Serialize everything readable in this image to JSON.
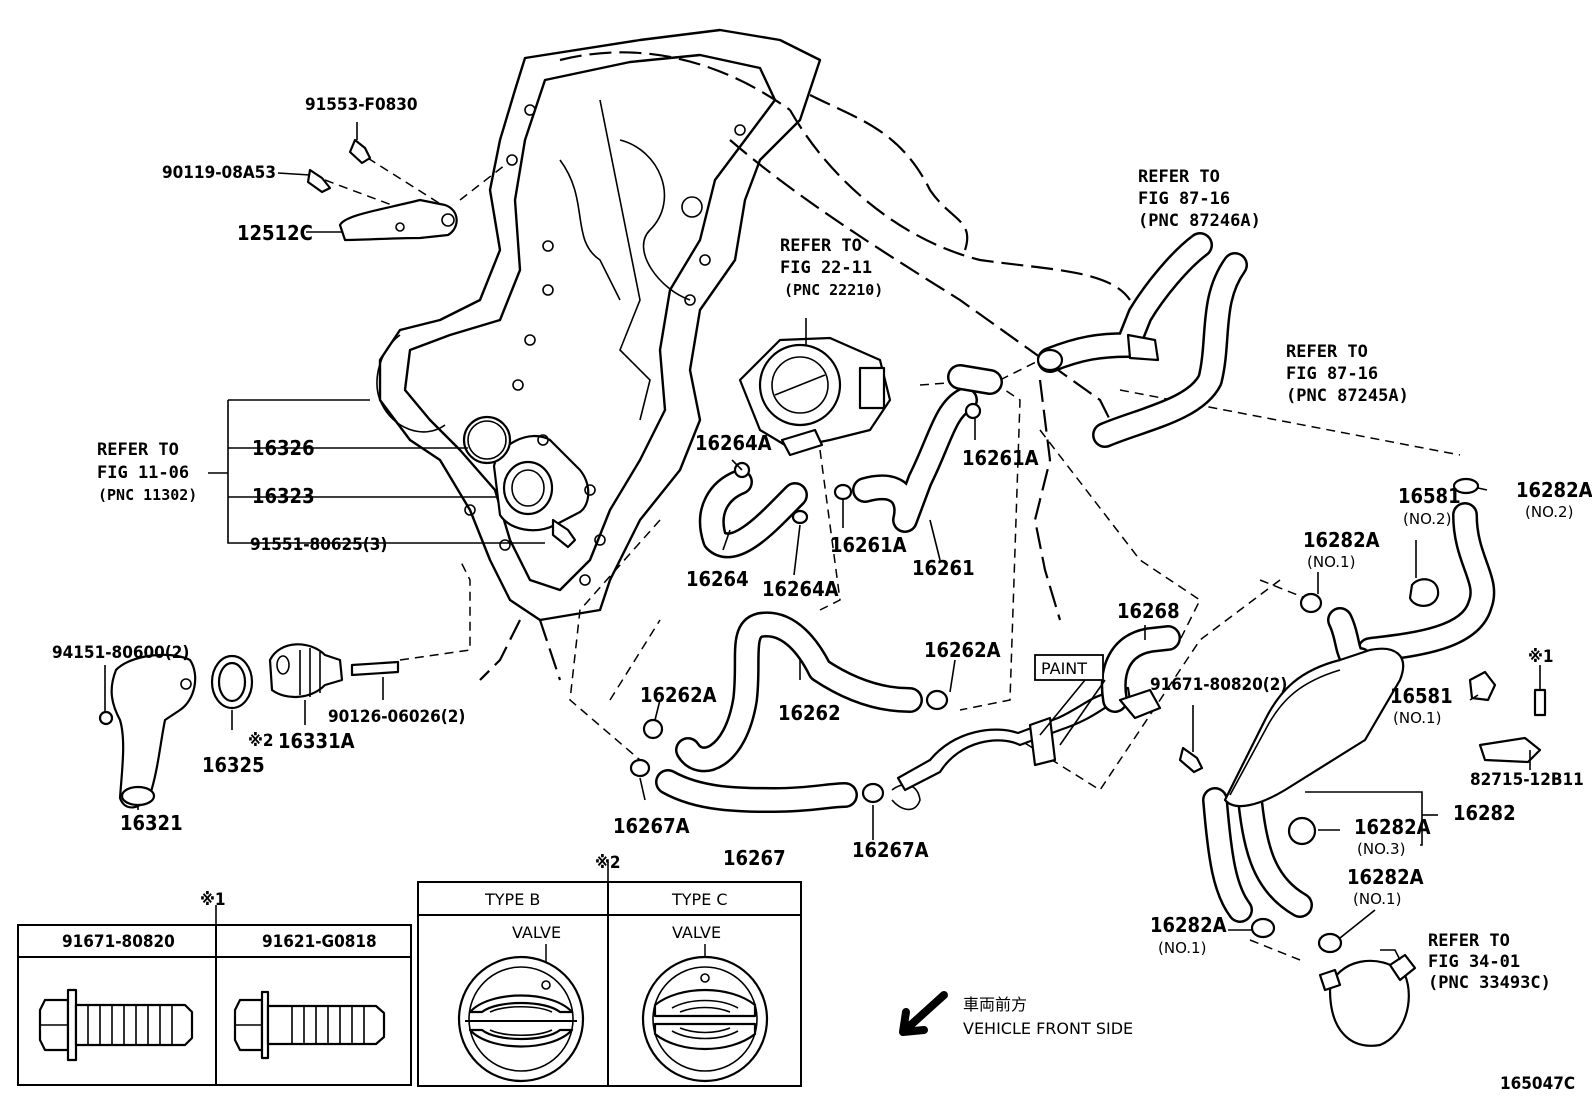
{
  "labels": {
    "p91553": "91553-F0830",
    "p90119": "90119-08A53",
    "p12512c": "12512C",
    "ref_fig22": [
      "REFER TO",
      "FIG 22-11",
      "(PNC 22210)"
    ],
    "ref_fig87_a": [
      "REFER TO",
      "FIG 87-16",
      "(PNC 87246A)"
    ],
    "ref_fig87_b": [
      "REFER TO",
      "FIG 87-16",
      "(PNC 87245A)"
    ],
    "ref_fig11": [
      "REFER TO",
      "FIG 11-06",
      "(PNC 11302)"
    ],
    "ref_fig34": [
      "REFER TO",
      "FIG 34-01",
      "(PNC 33493C)"
    ],
    "p16326": "16326",
    "p16323": "16323",
    "p91551": "91551-80625(3)",
    "p16264a_top": "16264A",
    "p16264": "16264",
    "p16264a_bot": "16264A",
    "p16261a_top": "16261A",
    "p16261a_mid": "16261A",
    "p16261": "16261",
    "p16282a_no2": "16282A",
    "sub_no2_a": "(NO.2)",
    "p16581_no2": "16581",
    "sub_no2_b": "(NO.2)",
    "p16282a_no1_top": "16282A",
    "sub_no1_top": "(NO.1)",
    "p94151": "94151-80600(2)",
    "p16325": "16325",
    "mark2_a": "※2",
    "p16331a": "16331A",
    "p90126": "90126-06026(2)",
    "p16321": "16321",
    "p16262a_left": "16262A",
    "p16262": "16262",
    "p16262a_right": "16262A",
    "p16268": "16268",
    "paint": "PAINT",
    "p91671_2": "91671-80820(2)",
    "mark1_a": "※1",
    "p16581_no1": "16581",
    "sub_no1_b": "(NO.1)",
    "p82715": "82715-12B11",
    "p16267a_left": "16267A",
    "p16267": "16267",
    "p16267a_right": "16267A",
    "p16282a_no3": "16282A",
    "sub_no3": "(NO.3)",
    "p16282": "16282",
    "p16282a_no1_r": "16282A",
    "sub_no1_r": "(NO.1)",
    "p16282a_no1_l": "16282A",
    "sub_no1_l": "(NO.1)",
    "mark2_b": "※2",
    "mark1_b": "※1",
    "vehicle_jp": "車両前方",
    "vehicle_en": "VEHICLE FRONT SIDE",
    "figure_id": "165047C"
  },
  "bolt_table": {
    "col1": "91671-80820",
    "col2": "91621-G0818"
  },
  "type_table": {
    "col1": "TYPE B",
    "col2": "TYPE C",
    "valve1": "VALVE",
    "valve2": "VALVE"
  }
}
